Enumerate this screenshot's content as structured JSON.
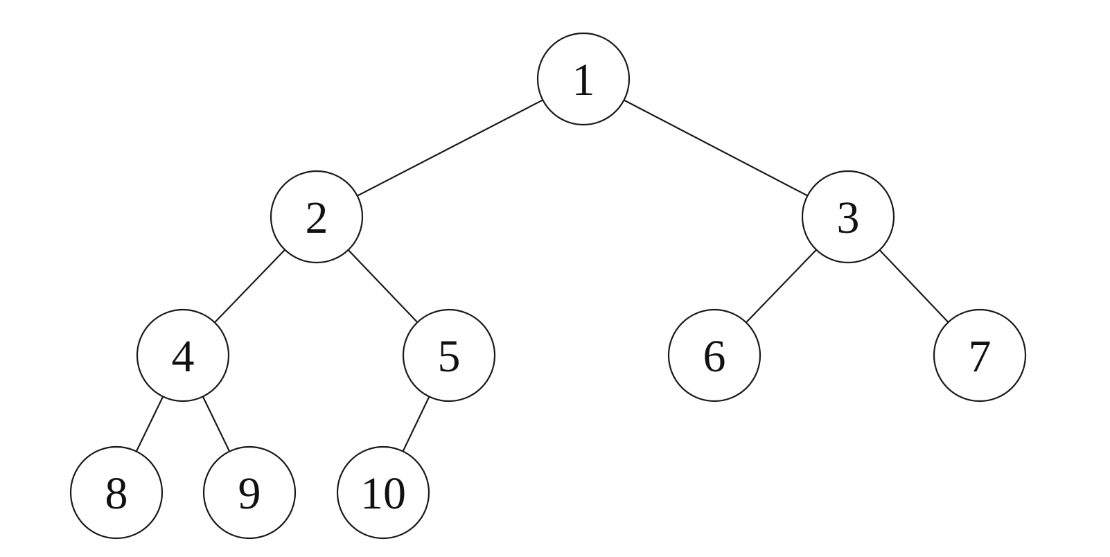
{
  "tree": {
    "nodes": [
      {
        "id": "n1",
        "label": "1"
      },
      {
        "id": "n2",
        "label": "2"
      },
      {
        "id": "n3",
        "label": "3"
      },
      {
        "id": "n4",
        "label": "4"
      },
      {
        "id": "n5",
        "label": "5"
      },
      {
        "id": "n6",
        "label": "6"
      },
      {
        "id": "n7",
        "label": "7"
      },
      {
        "id": "n8",
        "label": "8"
      },
      {
        "id": "n9",
        "label": "9"
      },
      {
        "id": "n10",
        "label": "10"
      }
    ],
    "edges": [
      {
        "from": "n1",
        "to": "n2"
      },
      {
        "from": "n1",
        "to": "n3"
      },
      {
        "from": "n2",
        "to": "n4"
      },
      {
        "from": "n2",
        "to": "n5"
      },
      {
        "from": "n3",
        "to": "n6"
      },
      {
        "from": "n3",
        "to": "n7"
      },
      {
        "from": "n4",
        "to": "n8"
      },
      {
        "from": "n4",
        "to": "n9"
      },
      {
        "from": "n5",
        "to": "n10"
      }
    ]
  }
}
